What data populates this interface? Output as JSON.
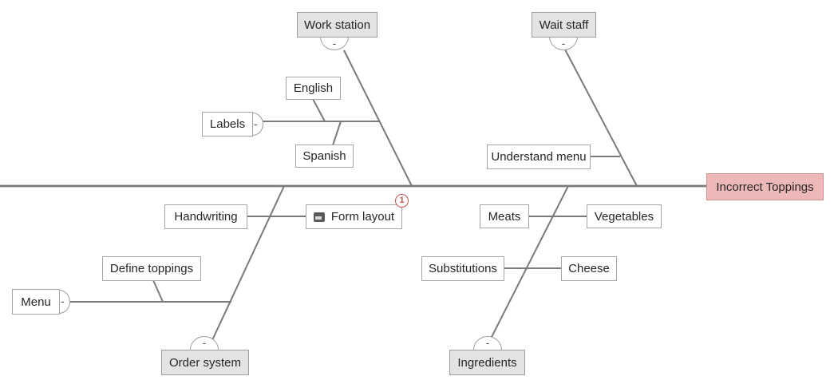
{
  "effect": {
    "label": "Incorrect Toppings"
  },
  "collapse_glyph": "-",
  "categories": {
    "work_station": {
      "label": "Work station"
    },
    "wait_staff": {
      "label": "Wait staff"
    },
    "order_system": {
      "label": "Order system"
    },
    "ingredients": {
      "label": "Ingredients"
    }
  },
  "causes": {
    "labels": {
      "label": "Labels"
    },
    "english": {
      "label": "English"
    },
    "spanish": {
      "label": "Spanish"
    },
    "understand_menu": {
      "label": "Understand menu"
    },
    "handwriting": {
      "label": "Handwriting"
    },
    "form_layout": {
      "label": "Form layout",
      "badge": "1",
      "icon": "note-icon"
    },
    "menu": {
      "label": "Menu"
    },
    "define_toppings": {
      "label": "Define toppings"
    },
    "meats": {
      "label": "Meats"
    },
    "vegetables": {
      "label": "Vegetables"
    },
    "substitutions": {
      "label": "Substitutions"
    },
    "cheese": {
      "label": "Cheese"
    }
  },
  "colors": {
    "line": "#7a7a7a",
    "box_border": "#a6a6a6",
    "box_fill": "#ffffff",
    "category_fill": "#e3e3e3",
    "category_border": "#9d9d9d",
    "effect_fill": "#edb9b8",
    "effect_border": "#d18f8e",
    "badge_red": "#c65552",
    "text": "#262626"
  }
}
